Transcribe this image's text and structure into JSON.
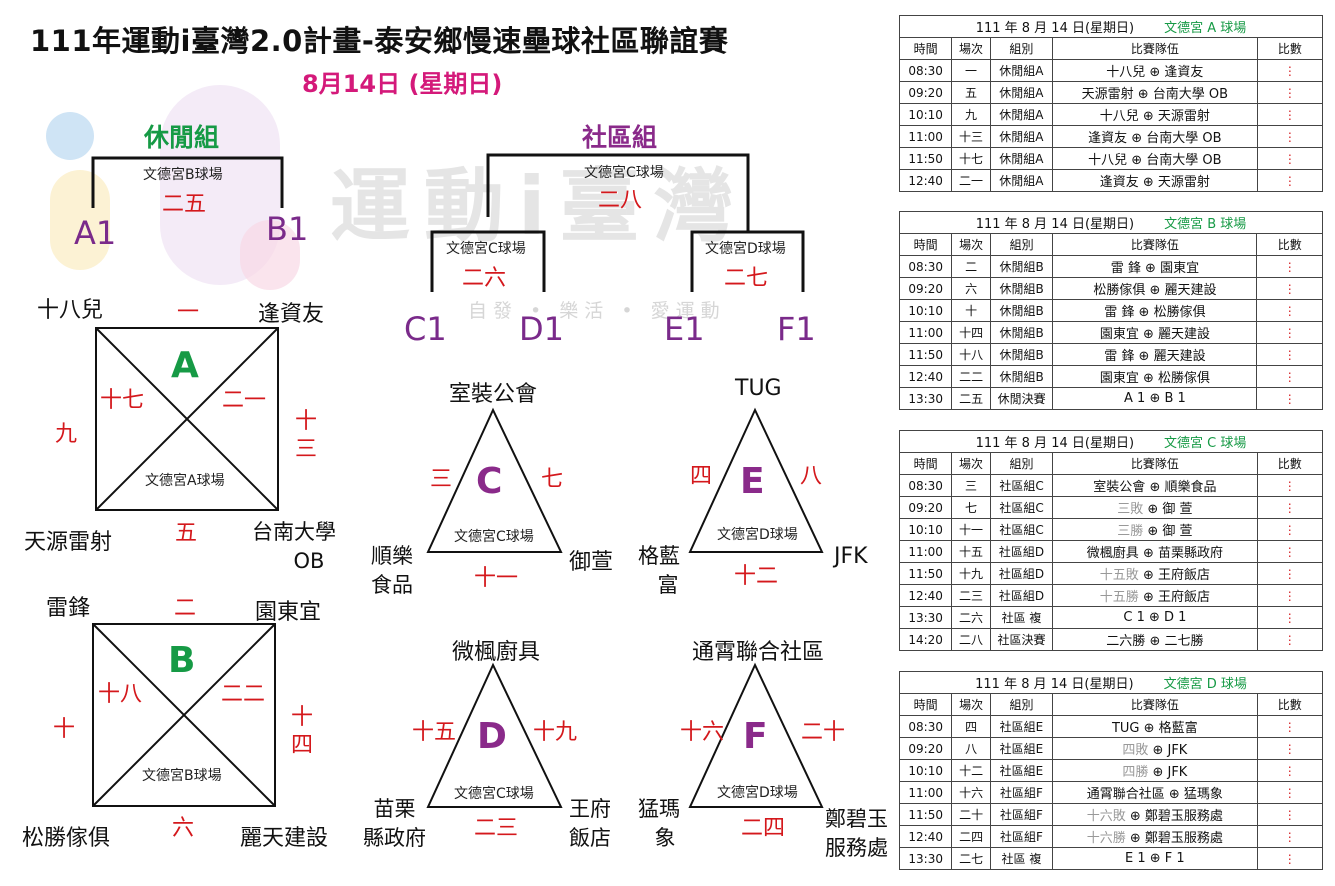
{
  "title": "111年運動i臺灣2.0計畫-泰安鄉慢速壘球社區聯誼賽",
  "date": "8月14日 (星期日)",
  "watermark": {
    "main": "運動i臺灣",
    "slogan": "自發 • 樂活 • 愛運動"
  },
  "colors": {
    "green": "#169a45",
    "purple": "#8a2a8a",
    "red": "#d4181c",
    "pink": "#d4197a"
  },
  "leisure": {
    "label": "休閒組",
    "final": {
      "venue": "文德宮B球場",
      "num": "二五",
      "left": "A1",
      "right": "B1"
    },
    "poolA": {
      "letter": "A",
      "venue": "文德宮A球場",
      "teams": {
        "tl": "十八兒",
        "tr": "逢資友",
        "bl": "天源雷射",
        "br_line1": "台南大學",
        "br_line2": "OB"
      },
      "nums": {
        "top": "一",
        "left": "九",
        "right_1": "十",
        "right_2": "三",
        "bottom": "五",
        "diag_l": "十七",
        "diag_r": "二一"
      }
    },
    "poolB": {
      "letter": "B",
      "venue": "文德宮B球場",
      "teams": {
        "tl": "雷鋒",
        "tr": "園東宜",
        "bl": "松勝傢俱",
        "br": "麗天建設"
      },
      "nums": {
        "top": "二",
        "left": "十",
        "right_1": "十",
        "right_2": "四",
        "bottom": "六",
        "diag_l": "十八",
        "diag_r": "二二"
      }
    }
  },
  "community": {
    "label": "社區組",
    "final": {
      "venue": "文德宮C球場",
      "num": "二八"
    },
    "semi_left": {
      "venue": "文德宮C球場",
      "num": "二六",
      "left": "C1",
      "right": "D1"
    },
    "semi_right": {
      "venue": "文德宮D球場",
      "num": "二七",
      "left": "E1",
      "right": "F1"
    },
    "poolC": {
      "letter": "C",
      "venue": "文德宮C球場",
      "top": "室裝公會",
      "bl_1": "順樂",
      "bl_2": "食品",
      "br": "御萱",
      "nl": "三",
      "nr": "七",
      "nb": "十一"
    },
    "poolE": {
      "letter": "E",
      "venue": "文德宮D球場",
      "top": "TUG",
      "bl_1": "格藍",
      "bl_2": "富",
      "br": "JFK",
      "nl": "四",
      "nr": "八",
      "nb": "十二"
    },
    "poolD": {
      "letter": "D",
      "venue": "文德宮C球場",
      "top": "微楓廚具",
      "bl_1": "苗栗",
      "bl_2": "縣政府",
      "br_1": "王府",
      "br_2": "飯店",
      "nl": "十五",
      "nr": "十九",
      "nb": "二三"
    },
    "poolF": {
      "letter": "F",
      "venue": "文德宮D球場",
      "top": "通霄聯合社區",
      "bl_1": "猛瑪",
      "bl_2": "象",
      "br_1": "鄭碧玉",
      "br_2": "服務處",
      "nl": "十六",
      "nr": "二十",
      "nb": "二四"
    }
  },
  "schedule_columns": [
    "時間",
    "場次",
    "組別",
    "比賽隊伍",
    "比數"
  ],
  "schedules": [
    {
      "date": "111 年 8 月 14 日(星期日)",
      "court": "文德宮 A 球場",
      "rows": [
        {
          "time": "08:30",
          "no": "一",
          "group": "休閒組A",
          "home": "十八兒",
          "away": "逢資友",
          "score": "⋮"
        },
        {
          "time": "09:20",
          "no": "五",
          "group": "休閒組A",
          "home": "天源雷射",
          "away": "台南大學 OB",
          "score": "⋮"
        },
        {
          "time": "10:10",
          "no": "九",
          "group": "休閒組A",
          "home": "十八兒",
          "away": "天源雷射",
          "score": "⋮"
        },
        {
          "time": "11:00",
          "no": "十三",
          "group": "休閒組A",
          "home": "逢資友",
          "away": "台南大學 OB",
          "score": "⋮"
        },
        {
          "time": "11:50",
          "no": "十七",
          "group": "休閒組A",
          "home": "十八兒",
          "away": "台南大學 OB",
          "score": "⋮"
        },
        {
          "time": "12:40",
          "no": "二一",
          "group": "休閒組A",
          "home": "逢資友",
          "away": "天源雷射",
          "score": "⋮"
        }
      ]
    },
    {
      "date": "111 年 8 月 14 日(星期日)",
      "court": "文德宮 B 球場",
      "rows": [
        {
          "time": "08:30",
          "no": "二",
          "group": "休閒組B",
          "home": "雷 鋒",
          "away": "園東宜",
          "score": "⋮"
        },
        {
          "time": "09:20",
          "no": "六",
          "group": "休閒組B",
          "home": "松勝傢俱",
          "away": "麗天建設",
          "score": "⋮"
        },
        {
          "time": "10:10",
          "no": "十",
          "group": "休閒組B",
          "home": "雷 鋒",
          "away": "松勝傢俱",
          "score": "⋮"
        },
        {
          "time": "11:00",
          "no": "十四",
          "group": "休閒組B",
          "home": "園東宜",
          "away": "麗天建設",
          "score": "⋮"
        },
        {
          "time": "11:50",
          "no": "十八",
          "group": "休閒組B",
          "home": "雷 鋒",
          "away": "麗天建設",
          "score": "⋮"
        },
        {
          "time": "12:40",
          "no": "二二",
          "group": "休閒組B",
          "home": "園東宜",
          "away": "松勝傢俱",
          "score": "⋮"
        },
        {
          "time": "13:30",
          "no": "二五",
          "group": "休閒決賽",
          "home": "A 1",
          "away": "B 1",
          "score": "⋮"
        }
      ]
    },
    {
      "date": "111 年 8 月 14 日(星期日)",
      "court": "文德宮 C 球場",
      "rows": [
        {
          "time": "08:30",
          "no": "三",
          "group": "社區組C",
          "home": "室裝公會",
          "away": "順樂食品",
          "score": "⋮"
        },
        {
          "time": "09:20",
          "no": "七",
          "group": "社區組C",
          "home": "三敗",
          "away": "御 萱",
          "score": "⋮",
          "pending": true
        },
        {
          "time": "10:10",
          "no": "十一",
          "group": "社區組C",
          "home": "三勝",
          "away": "御 萱",
          "score": "⋮",
          "pending": true
        },
        {
          "time": "11:00",
          "no": "十五",
          "group": "社區組D",
          "home": "微楓廚具",
          "away": "苗栗縣政府",
          "score": "⋮"
        },
        {
          "time": "11:50",
          "no": "十九",
          "group": "社區組D",
          "home": "十五敗",
          "away": "王府飯店",
          "score": "⋮",
          "pending": true
        },
        {
          "time": "12:40",
          "no": "二三",
          "group": "社區組D",
          "home": "十五勝",
          "away": "王府飯店",
          "score": "⋮",
          "pending": true
        },
        {
          "time": "13:30",
          "no": "二六",
          "group": "社區 複",
          "home": "C 1",
          "away": "D 1",
          "score": "⋮"
        },
        {
          "time": "14:20",
          "no": "二八",
          "group": "社區決賽",
          "home": "二六勝",
          "away": "二七勝",
          "score": "⋮"
        }
      ]
    },
    {
      "date": "111 年 8 月 14 日(星期日)",
      "court": "文德宮 D 球場",
      "rows": [
        {
          "time": "08:30",
          "no": "四",
          "group": "社區組E",
          "home": "TUG",
          "away": "格藍富",
          "score": "⋮"
        },
        {
          "time": "09:20",
          "no": "八",
          "group": "社區組E",
          "home": "四敗",
          "away": "JFK",
          "score": "⋮",
          "pending": true
        },
        {
          "time": "10:10",
          "no": "十二",
          "group": "社區組E",
          "home": "四勝",
          "away": "JFK",
          "score": "⋮",
          "pending": true
        },
        {
          "time": "11:00",
          "no": "十六",
          "group": "社區組F",
          "home": "通霄聯合社區",
          "away": "猛瑪象",
          "score": "⋮"
        },
        {
          "time": "11:50",
          "no": "二十",
          "group": "社區組F",
          "home": "十六敗",
          "away": "鄭碧玉服務處",
          "score": "⋮",
          "pending": true
        },
        {
          "time": "12:40",
          "no": "二四",
          "group": "社區組F",
          "home": "十六勝",
          "away": "鄭碧玉服務處",
          "score": "⋮",
          "pending": true
        },
        {
          "time": "13:30",
          "no": "二七",
          "group": "社區 複",
          "home": "E 1",
          "away": "F 1",
          "score": "⋮"
        }
      ]
    }
  ]
}
